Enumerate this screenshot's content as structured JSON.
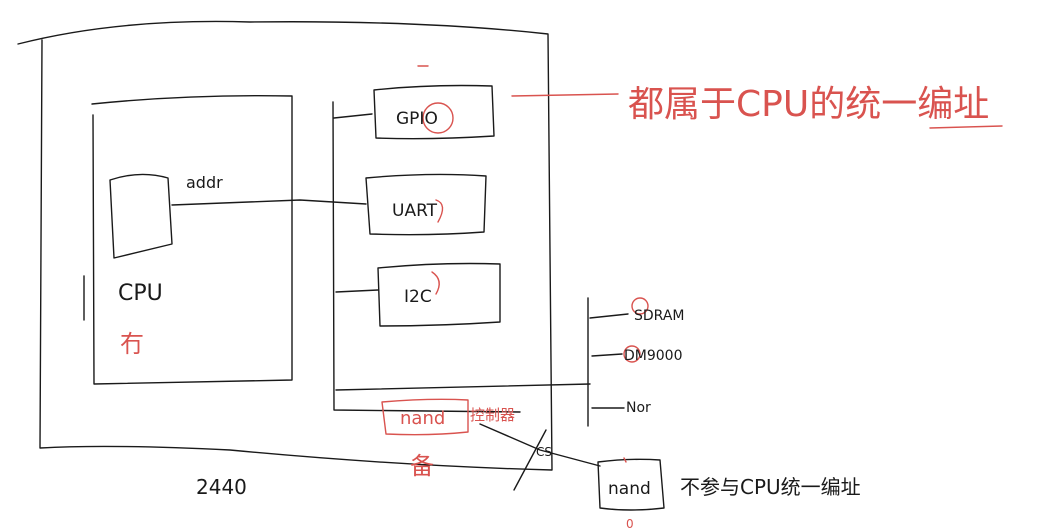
{
  "labels": {
    "addr": "addr",
    "cpu": "CPU",
    "cpu_mark": "冇",
    "gpio": "GPIO",
    "uart": "UART",
    "i2c": "I2C",
    "nand_ctrl": "nand",
    "nand_ctrl_note": "控制器",
    "nand_ctrl_mark": "备",
    "chip": "2440",
    "sdram": "SDRAM",
    "dm9000": "DM9000",
    "nor": "Nor",
    "nand_chip": "nand",
    "nand_chip_mark": "0",
    "bus_mark": "CS",
    "unified_note": "都属于CPU的统一编址",
    "not_unified_note": "不参与CPU统一编址"
  },
  "colors": {
    "ink": "#1a1a1a",
    "annotation": "#d9534f"
  }
}
